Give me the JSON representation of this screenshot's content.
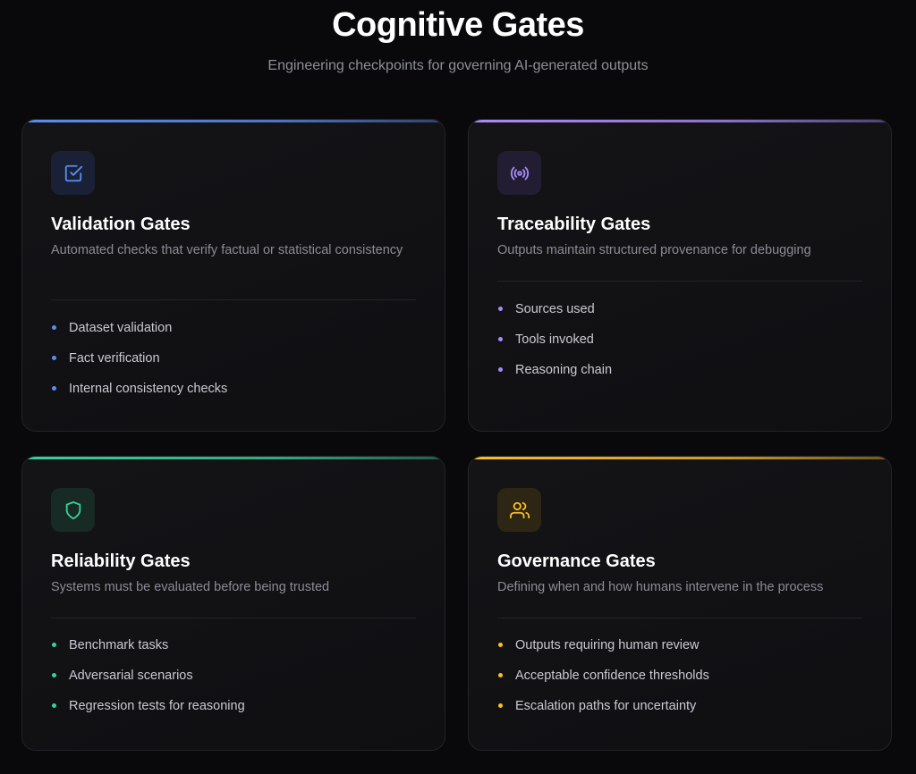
{
  "header": {
    "title": "Cognitive Gates",
    "subtitle": "Engineering checkpoints for governing AI-generated outputs"
  },
  "cards": [
    {
      "title": "Validation Gates",
      "description": "Automated checks that verify factual or statistical consistency",
      "icon": "square-check-icon",
      "accent_color": "#5b8def",
      "icon_bg": "#1a2136",
      "items": [
        "Dataset validation",
        "Fact verification",
        "Internal consistency checks"
      ]
    },
    {
      "title": "Traceability Gates",
      "description": "Outputs maintain structured provenance for debugging",
      "icon": "radio-signal-icon",
      "accent_color": "#a78bfa",
      "icon_bg": "#221d33",
      "items": [
        "Sources used",
        "Tools invoked",
        "Reasoning chain"
      ]
    },
    {
      "title": "Reliability Gates",
      "description": "Systems must be evaluated before being trusted",
      "icon": "shield-icon",
      "accent_color": "#34d399",
      "icon_bg": "#172a24",
      "items": [
        "Benchmark tasks",
        "Adversarial scenarios",
        "Regression tests for reasoning"
      ]
    },
    {
      "title": "Governance Gates",
      "description": "Defining when and how humans intervene in the process",
      "icon": "users-icon",
      "accent_color": "#fbbf24",
      "icon_bg": "#2e2614",
      "items": [
        "Outputs requiring human review",
        "Acceptable confidence thresholds",
        "Escalation paths for uncertainty"
      ]
    }
  ]
}
